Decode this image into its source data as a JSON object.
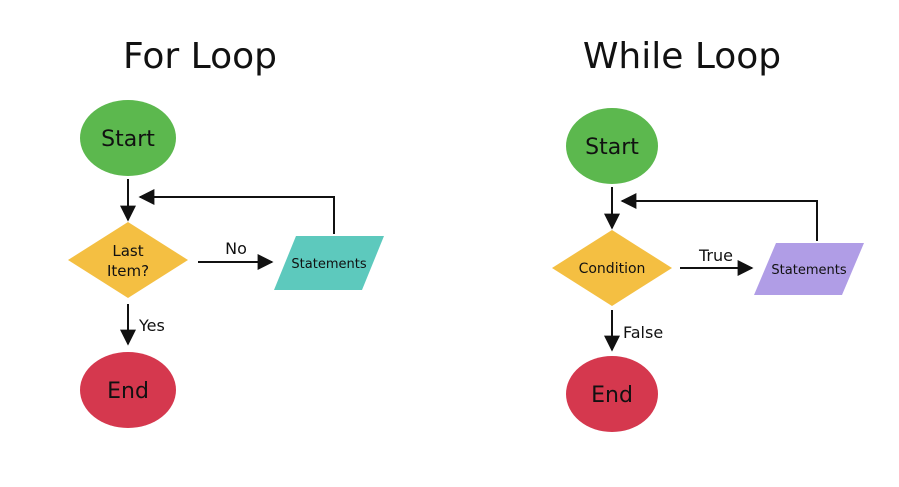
{
  "for_loop": {
    "title": "For Loop",
    "start": "Start",
    "decision": [
      "Last",
      "Item?"
    ],
    "statements": "Statements",
    "end": "End",
    "no_label": "No",
    "yes_label": "Yes",
    "colors": {
      "start": "#5cb84e",
      "decision": "#f4bf42",
      "statements": "#5dc9bd",
      "end": "#d5384e"
    }
  },
  "while_loop": {
    "title": "While Loop",
    "start": "Start",
    "decision": "Condition",
    "statements": "Statements",
    "end": "End",
    "true_label": "True",
    "false_label": "False",
    "colors": {
      "start": "#5cb84e",
      "decision": "#f4bf42",
      "statements": "#b09de6",
      "end": "#d5384e"
    }
  }
}
